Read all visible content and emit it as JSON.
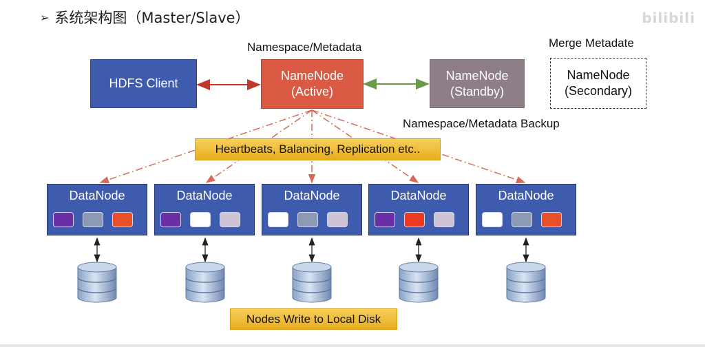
{
  "heading": {
    "arrow": "➢",
    "text": "系统架构图（Master/Slave）"
  },
  "watermark": "bilibili",
  "labels": {
    "namespace_metadata": "Namespace/Metadata",
    "namespace_metadata_backup": "Namespace/Metadata Backup",
    "merge_metadate": "Merge Metadate"
  },
  "nodes": {
    "hdfs_client": "HDFS Client",
    "namenode_active": {
      "name": "NameNode",
      "state": "(Active)"
    },
    "namenode_standby": {
      "name": "NameNode",
      "state": "(Standby)"
    },
    "namenode_secondary": {
      "name": "NameNode",
      "state": "(Secondary)"
    }
  },
  "banners": {
    "heartbeats": "Heartbeats, Balancing, Replication etc..",
    "local_disk": "Nodes Write to Local Disk"
  },
  "datanodes": [
    {
      "label": "DataNode",
      "blocks": [
        "purple",
        "slate",
        "orange"
      ]
    },
    {
      "label": "DataNode",
      "blocks": [
        "purple",
        "white",
        "lavender"
      ]
    },
    {
      "label": "DataNode",
      "blocks": [
        "white",
        "slate",
        "lavender"
      ]
    },
    {
      "label": "DataNode",
      "blocks": [
        "purple",
        "red",
        "lavender"
      ]
    },
    {
      "label": "DataNode",
      "blocks": [
        "white",
        "slate",
        "orange"
      ]
    }
  ],
  "colors": {
    "purple": "#6a2fa5",
    "slate": "#8c9ab3",
    "orange": "#e8502a",
    "white": "#ffffff",
    "lavender": "#cfc4d6",
    "red": "#ea3b22",
    "client_arrow": "#c0392b",
    "standby_arrow": "#6a9a4a",
    "dashdot": "#d46a58"
  }
}
